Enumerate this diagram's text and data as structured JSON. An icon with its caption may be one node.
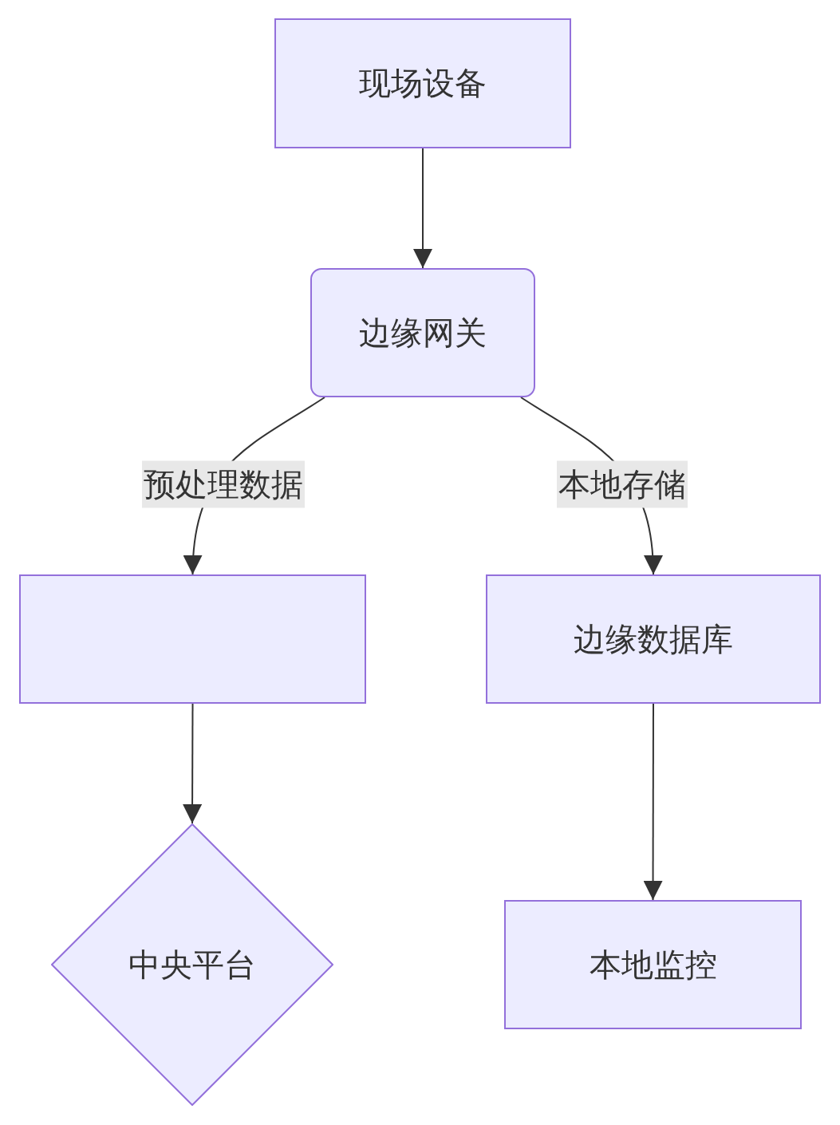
{
  "diagram": {
    "nodes": [
      {
        "text": [
          "现场设备"
        ]
      },
      {
        "text": [
          "边缘网关"
        ]
      },
      {
        "text": [],
        "shape": "box"
      },
      {
        "text": [
          "边缘数据库"
        ]
      },
      {
        "text": [
          "中央平台"
        ]
      },
      {
        "text": [
          "本地监控"
        ]
      }
    ],
    "edges": [
      {
        "from": 0,
        "to": 1,
        "arrow": "to"
      },
      {
        "from": 1,
        "to": 2,
        "arrow": "to",
        "label": "预处理数据"
      },
      {
        "from": 1,
        "to": 3,
        "arrow": "to",
        "label": "本地存储"
      },
      {
        "from": 2,
        "to": 4,
        "arrow": "to"
      },
      {
        "from": 3,
        "to": 5,
        "arrow": "to"
      }
    ]
  }
}
